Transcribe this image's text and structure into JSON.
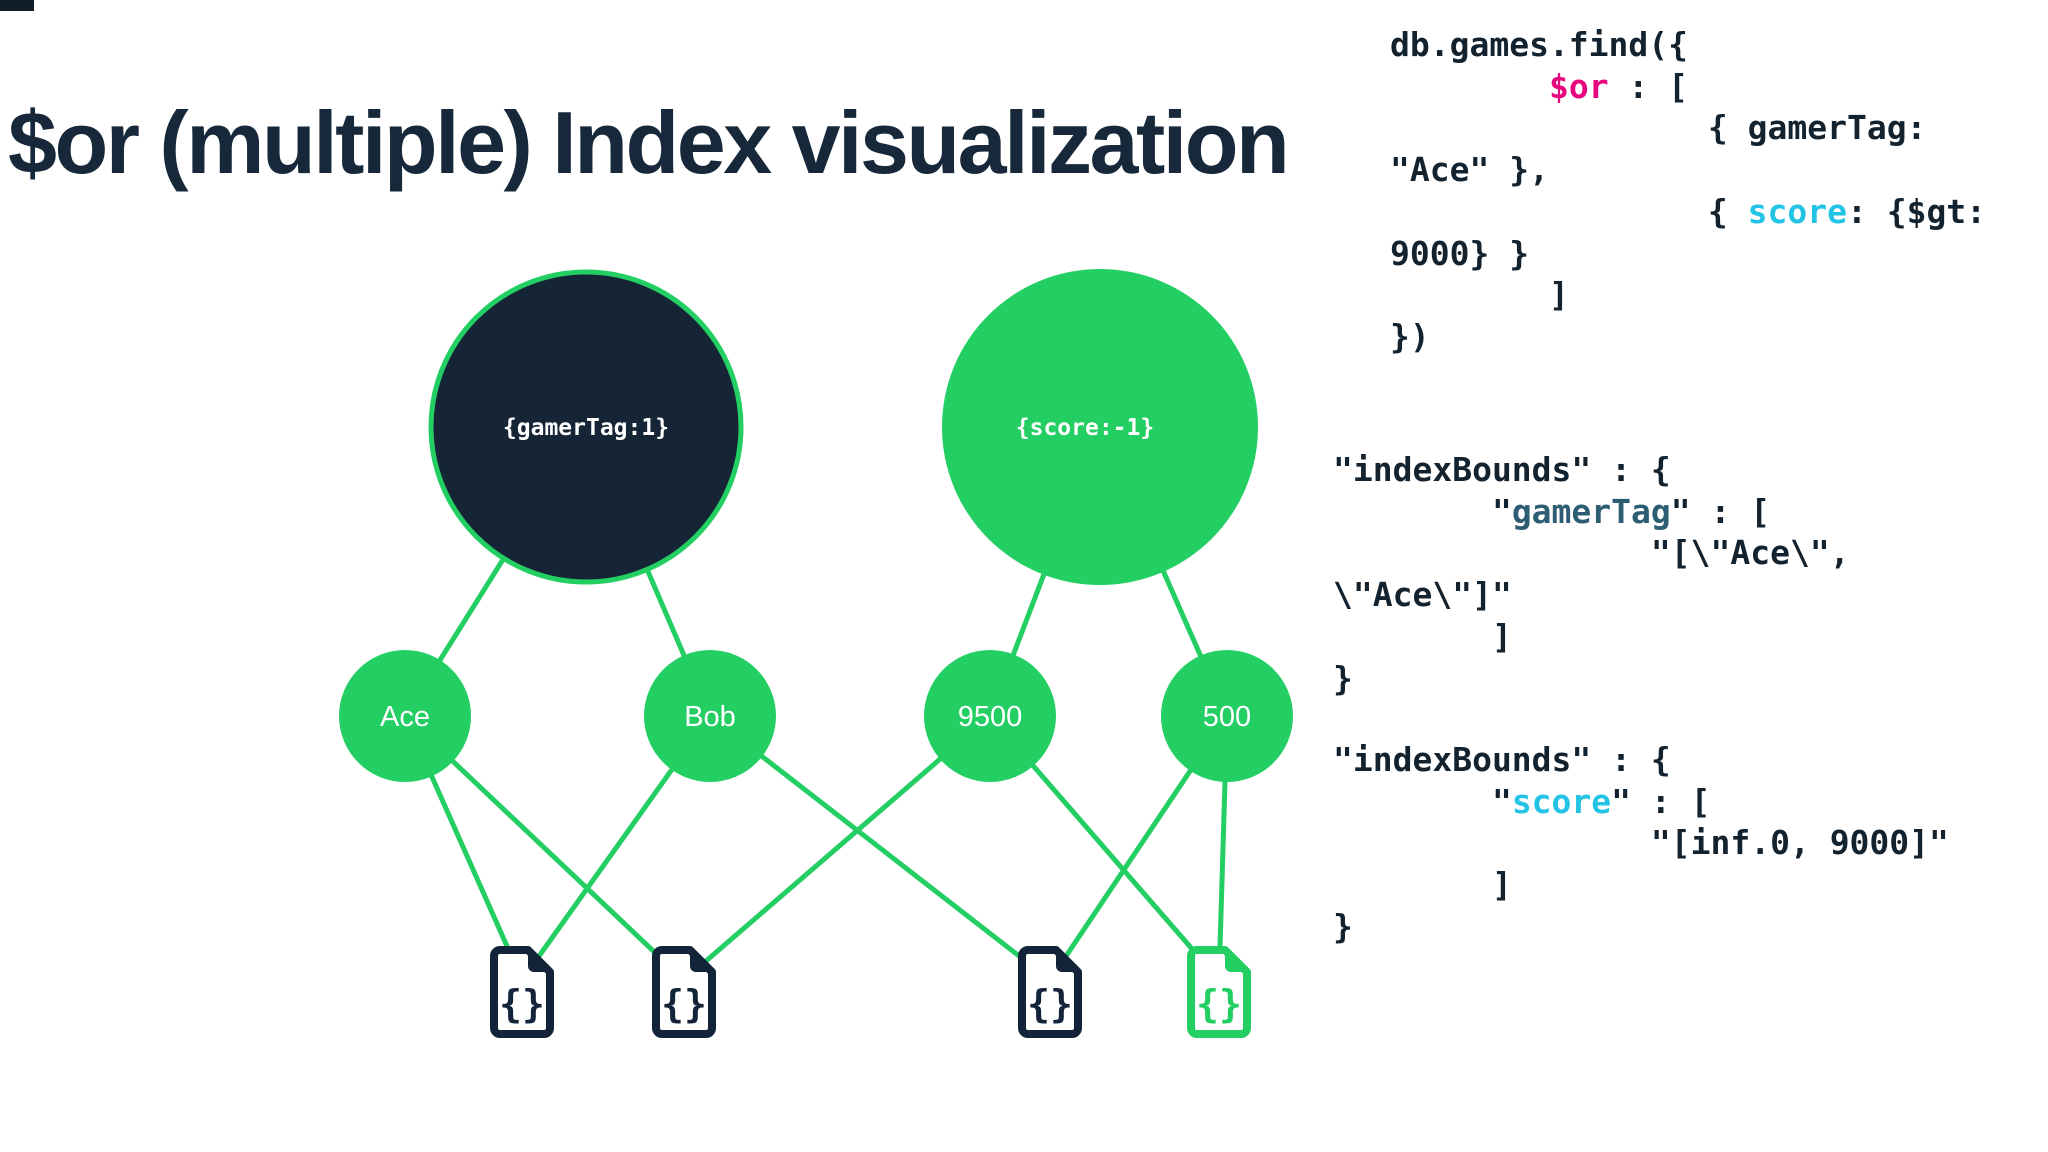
{
  "title": "$or (multiple) Index visualization",
  "colors": {
    "green": "#23ce63",
    "navy": "#152536",
    "ink": "#16283a",
    "code_ink": "#13222f",
    "magenta_or": "#e6067e",
    "cyan_score": "#23c3e6",
    "teal_gamertag": "#2d5d72"
  },
  "code_query": {
    "l1": "db.games.find({",
    "l2_indent": "        ",
    "l2_key": "$or",
    "l2_rest": " : [",
    "l3": "                { gamerTag:",
    "l4": "\"Ace\" },",
    "l5_pre": "                { ",
    "l5_key": "score",
    "l5_rest": ": {$gt:",
    "l6": "9000} }",
    "l7": "        ]",
    "l8": "})"
  },
  "index_bounds_gamertag": {
    "l1": "\"indexBounds\" : {",
    "l2_pre": "        \"",
    "l2_key": "gamerTag",
    "l2_rest": "\" : [",
    "l3": "                \"[\\\"Ace\\\",",
    "l4": "\\\"Ace\\\"]\"",
    "l5": "        ]",
    "l6": "}"
  },
  "index_bounds_score": {
    "l1": "\"indexBounds\" : {",
    "l2_pre": "        \"",
    "l2_key": "score",
    "l2_rest": "\" : [",
    "l3": "                \"[inf.0, 9000]\"",
    "l4": "        ]",
    "l5": "}"
  },
  "diagram": {
    "index1_label": "{gamerTag:1}",
    "index2_label": "{score:-1}",
    "keys": [
      "Ace",
      "Bob",
      "9500",
      "500"
    ],
    "documents": [
      {
        "style": "regular"
      },
      {
        "style": "regular"
      },
      {
        "style": "regular"
      },
      {
        "style": "highlighted"
      }
    ]
  }
}
